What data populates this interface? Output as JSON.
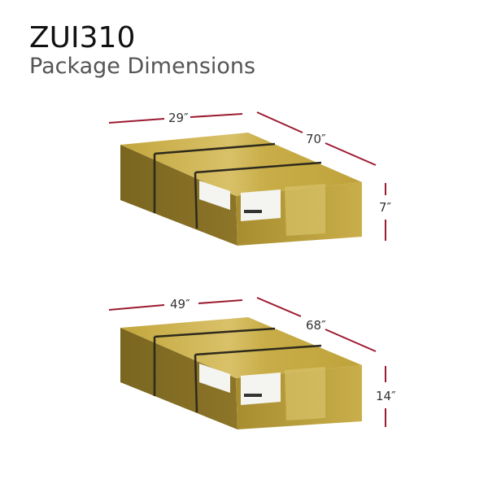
{
  "header": {
    "model": "ZUI310",
    "subtitle": "Package Dimensions"
  },
  "packages": [
    {
      "width": "29″",
      "length": "70″",
      "height": "7″"
    },
    {
      "width": "49″",
      "length": "68″",
      "height": "14″"
    }
  ],
  "colors": {
    "dimension_line": "#9b1b30",
    "box": "#b8a03a",
    "tape": "#2e2a1c"
  }
}
